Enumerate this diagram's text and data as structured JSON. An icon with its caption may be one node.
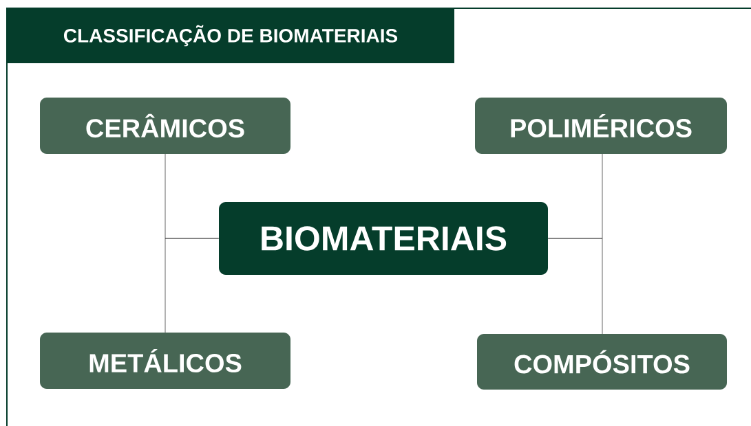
{
  "diagram": {
    "title": "CLASSIFICAÇÃO DE BIOMATERIAIS",
    "nodes": [
      {
        "text": [
          "CERÂMICOS"
        ]
      },
      {
        "text": [
          "POLIMÉRICOS"
        ]
      },
      {
        "text": [
          "BIOMATERIAIS"
        ]
      },
      {
        "text": [
          "METÁLICOS"
        ]
      },
      {
        "text": [
          "COMPÓSITOS"
        ]
      }
    ],
    "edges": [
      {
        "from": 2,
        "to": 0,
        "arrow": "none"
      },
      {
        "from": 2,
        "to": 3,
        "arrow": "none"
      },
      {
        "from": 2,
        "to": 1,
        "arrow": "none"
      },
      {
        "from": 2,
        "to": 4,
        "arrow": "none"
      }
    ]
  }
}
